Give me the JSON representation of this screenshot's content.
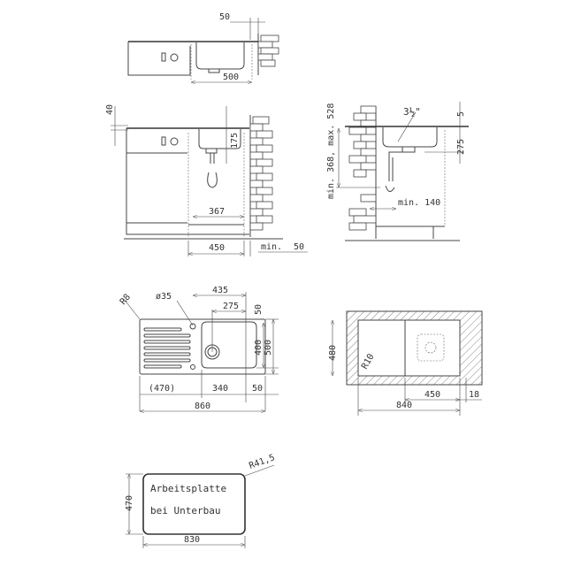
{
  "top_view": {
    "dim_wall_offset": "50",
    "dim_depth": "500"
  },
  "side_view": {
    "dim_countertop": "40",
    "dim_bowl_depth": "175",
    "dim_inner": "367",
    "dim_cabinet": "450",
    "dim_wall_min_label": "min.",
    "dim_wall_min": "50"
  },
  "section_view": {
    "drain_size": "3½\"",
    "dim_top": "5",
    "dim_drain_height": "275",
    "dim_connection_height": "min. 368, max. 528",
    "dim_min_distance": "min. 140"
  },
  "plan_view": {
    "radius": "R8",
    "tap_hole": "ø35",
    "dim_435": "435",
    "dim_275": "275",
    "dim_50_top": "50",
    "dim_400": "400",
    "dim_500": "500",
    "dim_drainer": "(470)",
    "dim_bowl": "340",
    "dim_50_bottom": "50",
    "dim_total": "860"
  },
  "cutout_view": {
    "dim_height": "480",
    "radius": "R10",
    "dim_450": "450",
    "dim_18": "18",
    "dim_840": "840"
  },
  "worktop_view": {
    "line1": "Arbeitsplatte",
    "line2": "bei Unterbau",
    "radius": "R41,5",
    "dim_height": "470",
    "dim_width": "830"
  }
}
